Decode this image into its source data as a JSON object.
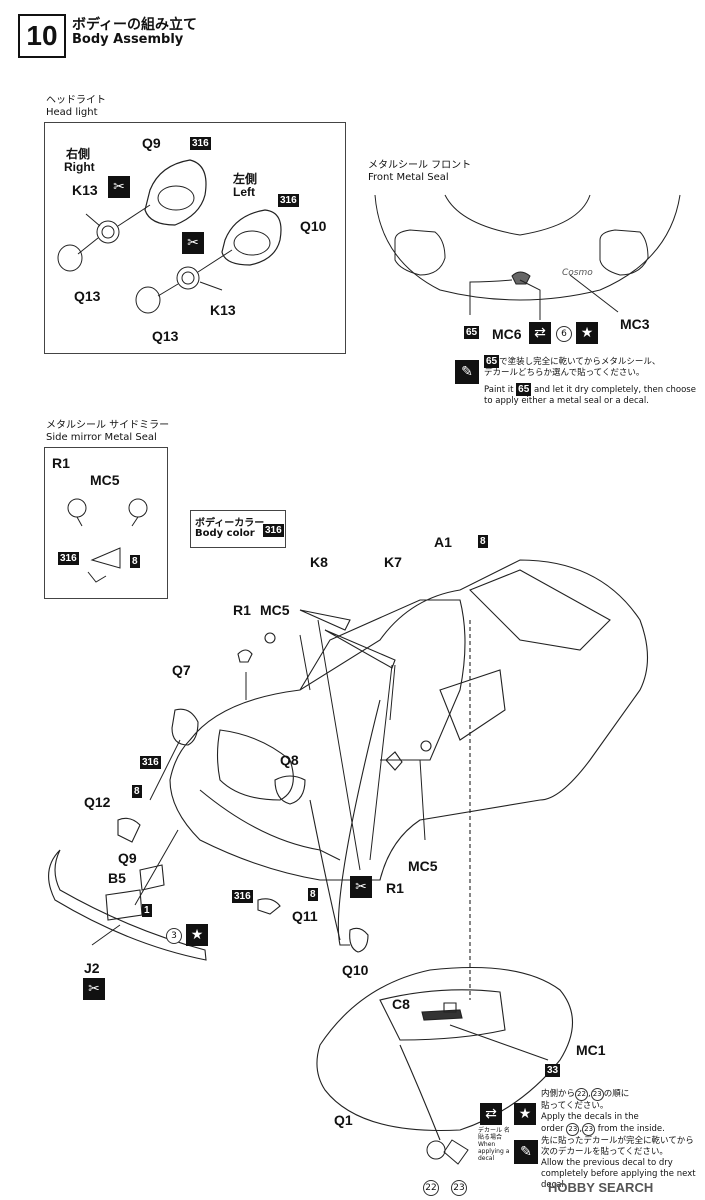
{
  "header": {
    "step": "10",
    "title_jp": "ボディーの組み立て",
    "title_en": "Body Assembly"
  },
  "headlight": {
    "label_jp": "ヘッドライト",
    "label_en": "Head light",
    "right_jp": "右側",
    "right_en": "Right",
    "left_jp": "左側",
    "left_en": "Left",
    "parts": {
      "q9": "Q9",
      "q10": "Q10",
      "k13a": "K13",
      "k13b": "K13",
      "q13a": "Q13",
      "q13b": "Q13"
    },
    "paint_code": "316"
  },
  "front_seal": {
    "label_jp": "メタルシール フロント",
    "label_en": "Front Metal Seal",
    "mc6": "MC6",
    "mc3": "MC3",
    "paint": "65",
    "decal": "6",
    "note_jp_1": "で塗装し完全に乾いてからメタルシール、",
    "note_jp_2": "デカールどちらか選んで貼ってください。",
    "note_en_1": "Paint it",
    "note_en_1b": "and let it dry completely, then choose",
    "note_en_2": "to apply either a metal seal or a decal."
  },
  "mirror_seal": {
    "label_jp": "メタルシール サイドミラー",
    "label_en": "Side mirror Metal Seal",
    "r1": "R1",
    "mc5": "MC5",
    "paint_a": "316",
    "paint_b": "8"
  },
  "body_color": {
    "label_jp": "ボディーカラー",
    "label_en": "Body color",
    "code": "316"
  },
  "parts": {
    "a1": "A1",
    "a1_paint": "8",
    "k8": "K8",
    "k7": "K7",
    "r1_top": "R1",
    "mc5_top": "MC5",
    "q7": "Q7",
    "q8": "Q8",
    "q12": "Q12",
    "q9": "Q9",
    "b5": "B5",
    "j2": "J2",
    "q11": "Q11",
    "q10": "Q10",
    "r1_side": "R1",
    "mc5_side": "MC5",
    "c8": "C8",
    "mc1": "MC1",
    "q1": "Q1",
    "p316a": "316",
    "p8a": "8",
    "p316b": "316",
    "p8b": "8",
    "p1": "1",
    "decal3": "3",
    "p33": "33"
  },
  "decal_note": {
    "jp_1": "内側から",
    "jp_1b": "の順に",
    "jp_2": "貼ってください。",
    "en_1": "Apply the decals in the",
    "en_2": "order",
    "en_2b": "from the inside.",
    "jp_3": "先に貼ったデカールが完全に乾いてから",
    "jp_4": "次のデカールを貼ってください。",
    "en_3": "Allow the previous decal to dry",
    "en_4": "completely before applying the next decal.",
    "d22": "22",
    "d23": "23",
    "icon_caption_jp": "デカール 名貼る場合",
    "icon_caption_en": "When applying a decal"
  },
  "watermark": "HOBBY SEARCH"
}
